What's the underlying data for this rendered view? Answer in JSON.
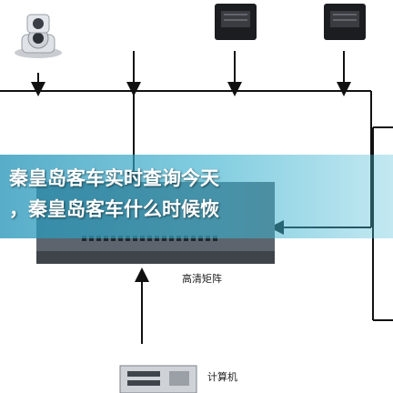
{
  "banner": {
    "line1": "秦皇岛客车实时查询今天",
    "line2": "，秦皇岛客车什么时候恢"
  },
  "labels": {
    "device_mid": "高清矩阵",
    "device_bottom": "计算机"
  },
  "colors": {
    "banner": "#2e9cbe",
    "line": "#111111"
  }
}
